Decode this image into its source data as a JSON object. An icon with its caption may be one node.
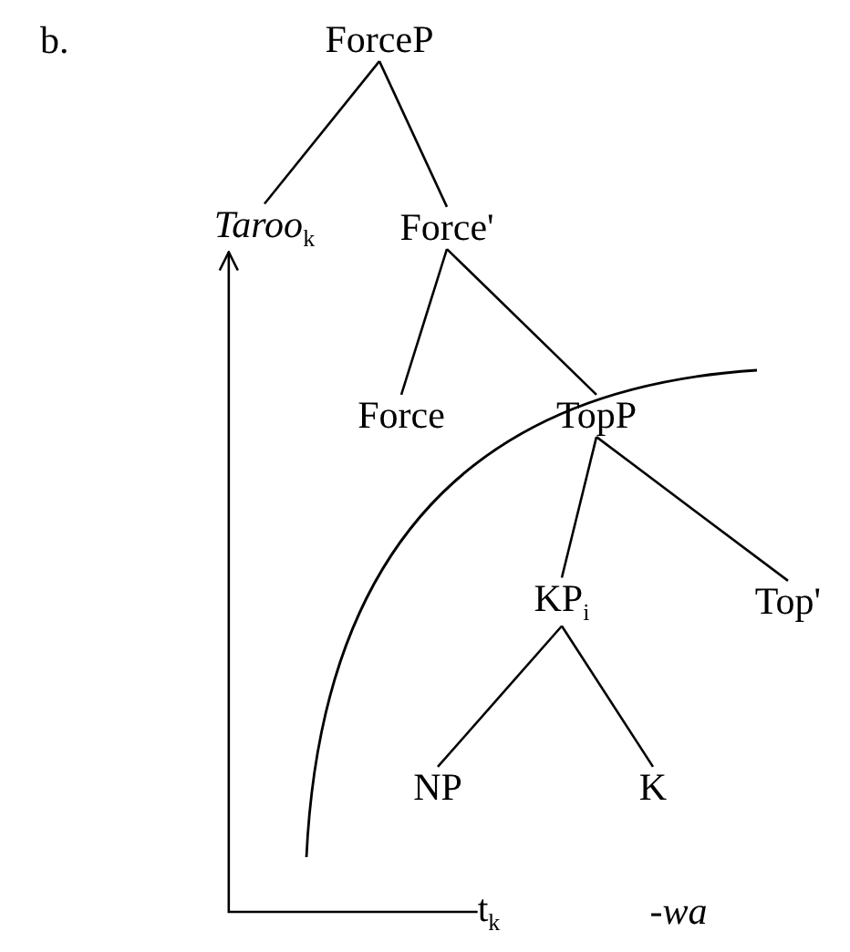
{
  "diagram": {
    "nodes": [
      {
        "text": [
          "ForceP"
        ]
      },
      {
        "text": [
          "*Taroo*$_{k}$"
        ]
      },
      {
        "text": [
          "Force'"
        ]
      },
      {
        "text": [
          "Force"
        ]
      },
      {
        "text": [
          "TopP"
        ]
      },
      {
        "text": [
          "KP$_{i}$"
        ]
      },
      {
        "text": [
          "Top'"
        ]
      },
      {
        "text": [
          "NP"
        ]
      },
      {
        "text": [
          "K"
        ]
      },
      {
        "text": [
          "t$_{k}$"
        ]
      },
      {
        "text": [
          "-*wa*"
        ]
      }
    ],
    "edges": [
      {
        "from": 0,
        "to": 1,
        "arrow": "none"
      },
      {
        "from": 0,
        "to": 2,
        "arrow": "none"
      },
      {
        "from": 2,
        "to": 3,
        "arrow": "none"
      },
      {
        "from": 2,
        "to": 4,
        "arrow": "none"
      },
      {
        "from": 4,
        "to": 5,
        "arrow": "none"
      },
      {
        "from": 4,
        "to": 6,
        "arrow": "none"
      },
      {
        "from": 5,
        "to": 7,
        "arrow": "none"
      },
      {
        "from": 5,
        "to": 8,
        "arrow": "none"
      },
      {
        "from": 9,
        "to": 1,
        "arrow": "to"
      }
    ],
    "labels": [
      "b."
    ]
  }
}
